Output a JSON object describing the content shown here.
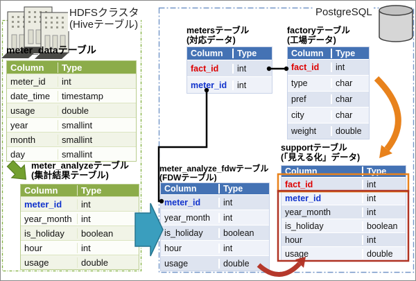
{
  "regions": {
    "hdfs_label1": "HDFSクラスタ",
    "hdfs_label2": "(Hiveテーブル)",
    "postgres_label": "PostgreSQL"
  },
  "tables": {
    "meter_data": {
      "title": "meter_dataテーブル",
      "headers": [
        "Column",
        "Type"
      ],
      "rows": [
        {
          "c": "meter_id",
          "t": "int"
        },
        {
          "c": "date_time",
          "t": "timestamp"
        },
        {
          "c": "usage",
          "t": "double"
        },
        {
          "c": "year",
          "t": "smallint"
        },
        {
          "c": "month",
          "t": "smallint"
        },
        {
          "c": "day",
          "t": "smallint"
        }
      ]
    },
    "meter_analyze": {
      "title1": "meter_analyzeテーブル",
      "title2": "(集計結果テーブル)",
      "headers": [
        "Column",
        "Type"
      ],
      "rows": [
        {
          "c": "meter_id",
          "t": "int",
          "key": "blue"
        },
        {
          "c": "year_month",
          "t": "int"
        },
        {
          "c": "is_holiday",
          "t": "boolean"
        },
        {
          "c": "hour",
          "t": "int"
        },
        {
          "c": "usage",
          "t": "double"
        }
      ]
    },
    "meters": {
      "title1": "metersテーブル",
      "title2": "(対応データ)",
      "headers": [
        "Column",
        "Type"
      ],
      "rows": [
        {
          "c": "fact_id",
          "t": "int",
          "key": "red"
        },
        {
          "c": "meter_id",
          "t": "int",
          "key": "blue"
        }
      ]
    },
    "factory": {
      "title1": "factoryテーブル",
      "title2": "(工場データ)",
      "headers": [
        "Column",
        "Type"
      ],
      "rows": [
        {
          "c": "fact_id",
          "t": "int",
          "key": "red"
        },
        {
          "c": "type",
          "t": "char"
        },
        {
          "c": "pref",
          "t": "char"
        },
        {
          "c": "city",
          "t": "char"
        },
        {
          "c": "weight",
          "t": "double"
        }
      ]
    },
    "meter_analyze_fdw": {
      "title1": "meter_analyze_fdwテーブル",
      "title2": "(FDWテーブル)",
      "headers": [
        "Column",
        "Type"
      ],
      "rows": [
        {
          "c": "meter_id",
          "t": "int",
          "key": "blue"
        },
        {
          "c": "year_month",
          "t": "int"
        },
        {
          "c": "is_holiday",
          "t": "boolean"
        },
        {
          "c": "hour",
          "t": "int"
        },
        {
          "c": "usage",
          "t": "double"
        }
      ]
    },
    "support": {
      "title1": "supportテーブル",
      "title2": "(「見える化」データ)",
      "headers": [
        "Column",
        "Type"
      ],
      "rows": [
        {
          "c": "fact_id",
          "t": "int",
          "key": "red"
        },
        {
          "c": "meter_id",
          "t": "int",
          "key": "blue"
        },
        {
          "c": "year_month",
          "t": "int"
        },
        {
          "c": "is_holiday",
          "t": "boolean"
        },
        {
          "c": "hour",
          "t": "int"
        },
        {
          "c": "usage",
          "t": "double"
        }
      ]
    }
  },
  "colors": {
    "green_header": "#8CAC4A",
    "blue_header": "#4472B4",
    "key_red": "#DD0000",
    "key_blue": "#1133CC",
    "hdfs_border": "#7FAF3C",
    "postgres_border": "#7396C8",
    "flow_arrow_teal": "#3A9EBE",
    "step_arrow_green": "#73A02F",
    "factory_arrow_orange": "#E8821C",
    "join_arrow_darkred": "#B5382B"
  }
}
